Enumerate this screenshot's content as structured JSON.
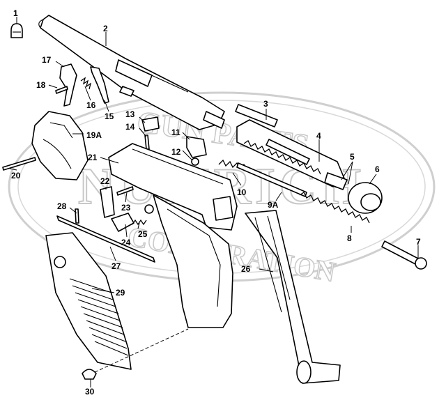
{
  "watermark": {
    "line1": "GUN PARTS",
    "line2": "NUMRICH",
    "line3": "CORPORATION"
  },
  "callouts": [
    {
      "id": "1",
      "label": "1"
    },
    {
      "id": "2",
      "label": "2"
    },
    {
      "id": "3",
      "label": "3"
    },
    {
      "id": "4",
      "label": "4"
    },
    {
      "id": "5",
      "label": "5"
    },
    {
      "id": "6",
      "label": "6"
    },
    {
      "id": "7",
      "label": "7"
    },
    {
      "id": "8",
      "label": "8"
    },
    {
      "id": "9A",
      "label": "9A"
    },
    {
      "id": "10",
      "label": "10"
    },
    {
      "id": "11",
      "label": "11"
    },
    {
      "id": "12",
      "label": "12"
    },
    {
      "id": "13",
      "label": "13"
    },
    {
      "id": "14",
      "label": "14"
    },
    {
      "id": "15",
      "label": "15"
    },
    {
      "id": "16",
      "label": "16"
    },
    {
      "id": "17",
      "label": "17"
    },
    {
      "id": "18",
      "label": "18"
    },
    {
      "id": "19A",
      "label": "19A"
    },
    {
      "id": "20",
      "label": "20"
    },
    {
      "id": "21",
      "label": "21"
    },
    {
      "id": "22",
      "label": "22"
    },
    {
      "id": "23",
      "label": "23"
    },
    {
      "id": "24",
      "label": "24"
    },
    {
      "id": "25",
      "label": "25"
    },
    {
      "id": "26",
      "label": "26"
    },
    {
      "id": "27",
      "label": "27"
    },
    {
      "id": "28",
      "label": "28"
    },
    {
      "id": "29",
      "label": "29"
    },
    {
      "id": "30",
      "label": "30"
    }
  ]
}
